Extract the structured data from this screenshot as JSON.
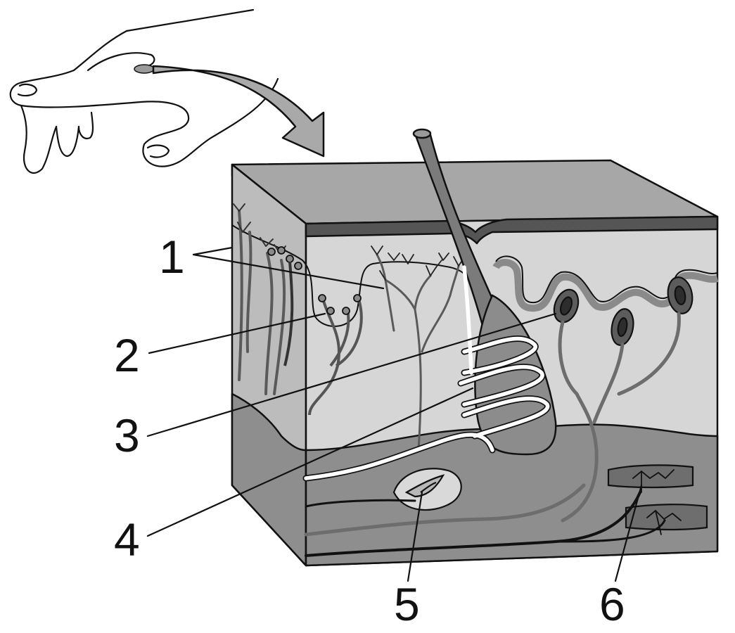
{
  "diagram": {
    "labels": [
      {
        "id": "1",
        "text": "1"
      },
      {
        "id": "2",
        "text": "2"
      },
      {
        "id": "3",
        "text": "3"
      },
      {
        "id": "4",
        "text": "4"
      },
      {
        "id": "5",
        "text": "5"
      },
      {
        "id": "6",
        "text": "6"
      }
    ]
  },
  "colors": {
    "outline": "#111111",
    "top_surface": "#a7a7a7",
    "epidermis": "#595959",
    "dermis": "#d4d4d4",
    "left_face": "#bdbdbd",
    "subcutis": "#8c8c8c",
    "hair": "#7b7b7b",
    "white_fiber": "#ffffff"
  }
}
